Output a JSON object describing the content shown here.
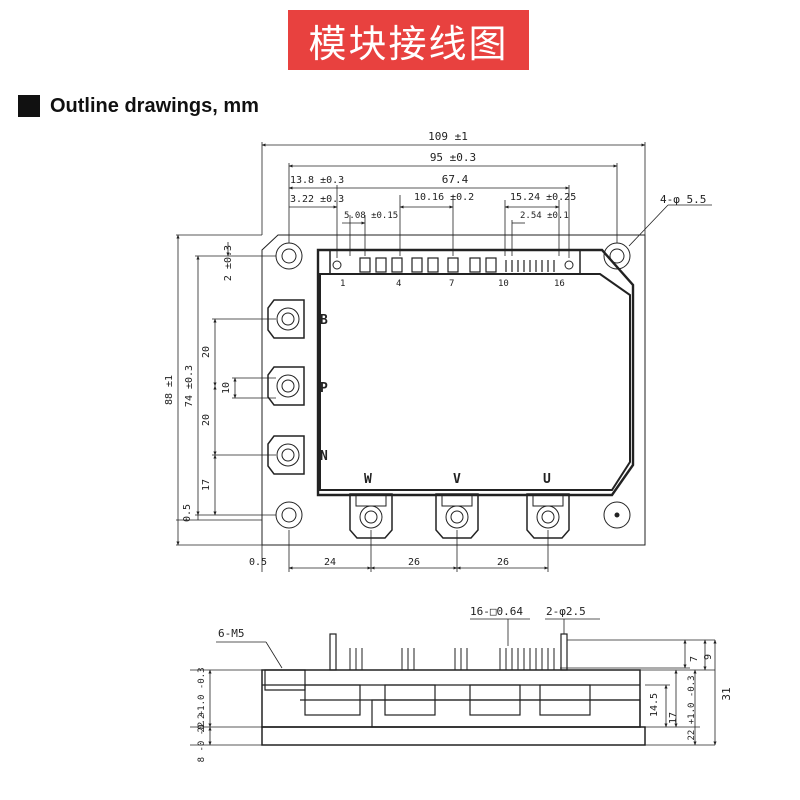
{
  "banner": {
    "title": "模块接线图"
  },
  "heading": {
    "text": "Outline drawings, mm"
  },
  "top_view": {
    "dims": {
      "overall_width": "109 ±1",
      "hole_pitch": "95 ±0.3",
      "pin_span": "67.4",
      "pin_offset": "13.8 ±0.3",
      "pin_edge": "3.22 ±0.3",
      "pin_pitch_b": "5.08 ±0.15",
      "pin_pitch_c": "10.16 ±0.2",
      "pin_pitch_d": "15.24 ±0.25",
      "pin_pitch_a": "2.54 ±0.1",
      "mount_holes": "4-φ 5.5",
      "height_total": "88 ±1",
      "height_holes": "74 ±0.3",
      "top_offset": "2 ±0.3",
      "v_20a": "20",
      "v_10": "10",
      "v_20b": "20",
      "v_17": "17",
      "v_05": "0.5",
      "h_05": "0.5",
      "h_24": "24",
      "h_26a": "26",
      "h_26b": "26"
    },
    "pin_numbers": [
      "1",
      "4",
      "7",
      "10",
      "16"
    ],
    "terminals": {
      "b": "B",
      "p": "P",
      "n": "N",
      "w": "W",
      "v": "V",
      "u": "U"
    }
  },
  "side_view": {
    "dims": {
      "screw": "6-M5",
      "pin_size": "16-□0.64",
      "pin_dia": "2-φ2.5",
      "d7": "7",
      "d9": "9",
      "d14_5": "14.5",
      "d17": "17",
      "d22_right": "22 +1.0 -0.3",
      "d31": "31",
      "d22_left": "22 +1.0 -0.3",
      "d8": "8 -0 -0.2"
    }
  }
}
